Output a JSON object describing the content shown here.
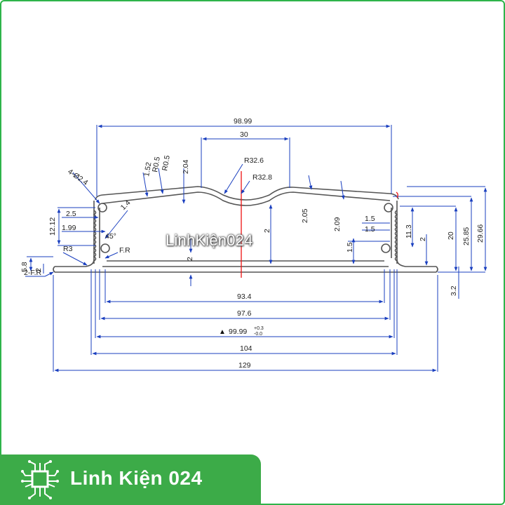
{
  "drawing": {
    "dimensions_top": {
      "overall_top": "98.99",
      "center_arc_span": "30",
      "radius_outer": "R32.6",
      "radius_inner": "R32.8"
    },
    "dimensions_left": {
      "holes": "4-Ø2.4",
      "thickness_152": "1.52",
      "r05_a": "R0.5",
      "r05_b": "R0.5",
      "d2_04": "2.04",
      "d1_4": "1.4",
      "d2_5": "2.5",
      "d12_12": "12.12",
      "d1_99": "1.99",
      "angle": "45°",
      "r3": "R3",
      "fr": "F.R",
      "d5_8": "5.8",
      "d2_left": "2",
      "two_fr": "2-F.R",
      "d2_center": "2",
      "d2_center_b": "2"
    },
    "dimensions_right": {
      "d2_05": "2.05",
      "d2_09": "2.09",
      "d1_5_a": "1.5",
      "d1_5_b": "1.5",
      "d1_5_c": "1.5",
      "d11_3": "11.3",
      "d2_right": "2",
      "d20": "20",
      "d25_85": "25.85",
      "d29_66": "29.66",
      "d3_2": "3.2"
    },
    "dimensions_bottom": {
      "w93_4": "93.4",
      "w97_6": "97.6",
      "w99_99": "99.99",
      "tol_plus": "+0.3",
      "tol_minus": "-0.0",
      "w104": "104",
      "w129": "129"
    }
  },
  "watermark": "LinhKiện024",
  "brand": {
    "name": "Linh Kiện 024",
    "color": "#3cab48",
    "icon": "chip-icon"
  }
}
